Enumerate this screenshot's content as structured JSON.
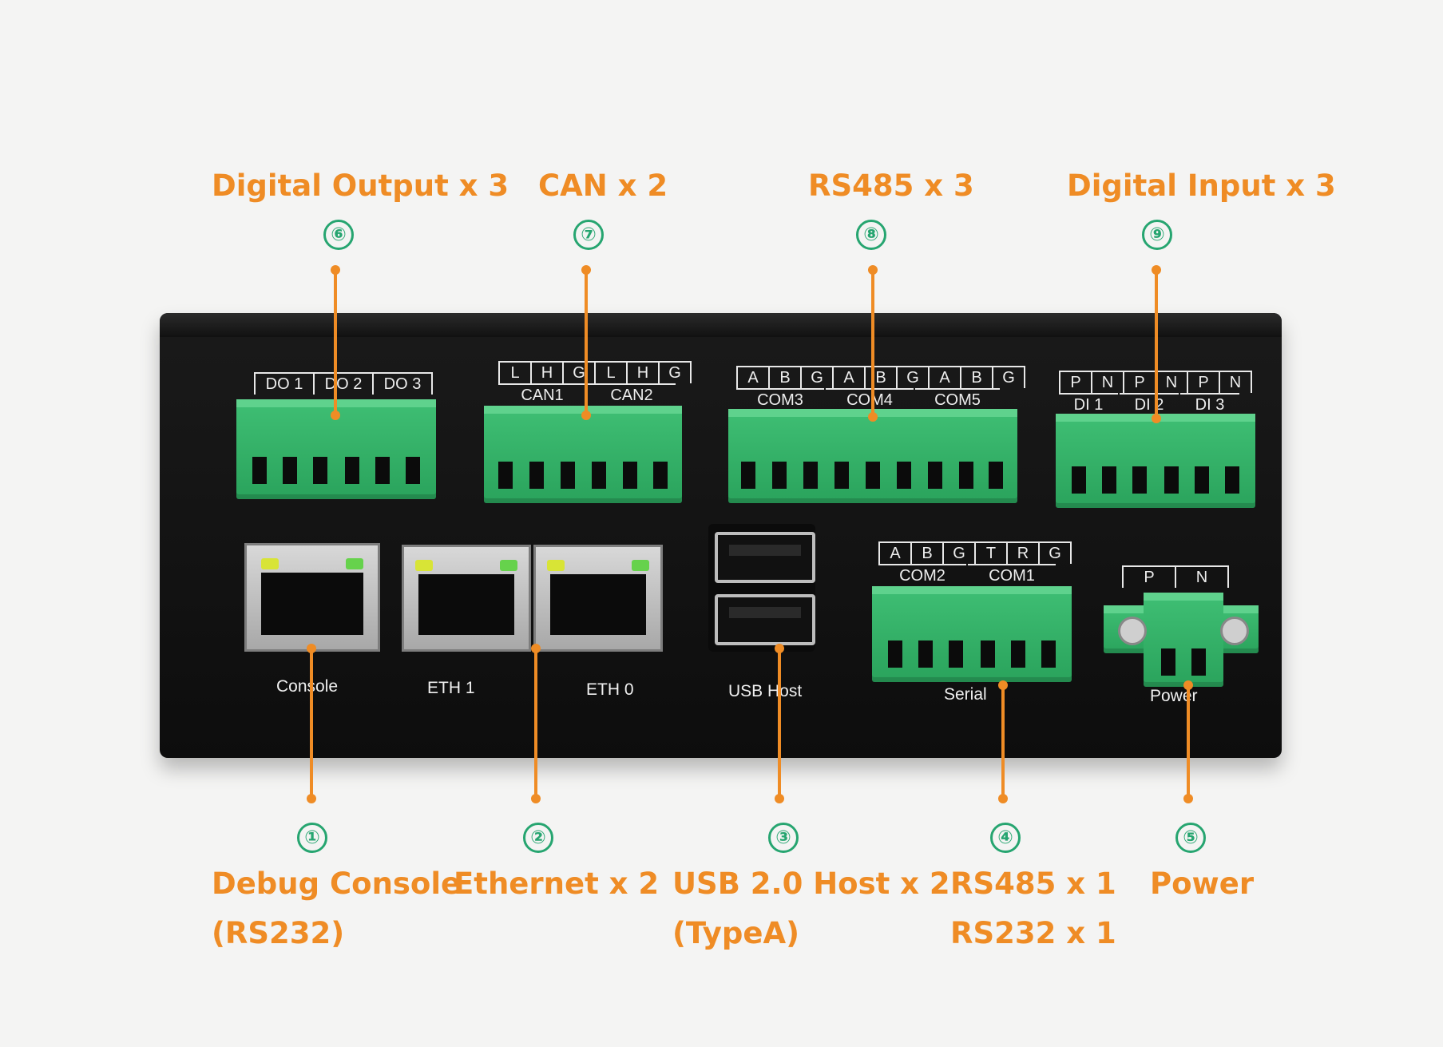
{
  "callouts_top": [
    {
      "id": "digital-output",
      "number": "⑥",
      "label": "Digital Output x 3"
    },
    {
      "id": "can",
      "number": "⑦",
      "label": "CAN x 2"
    },
    {
      "id": "rs485-top",
      "number": "⑧",
      "label": "RS485 x 3"
    },
    {
      "id": "digital-input",
      "number": "⑨",
      "label": "Digital Input x 3"
    }
  ],
  "callouts_bottom": [
    {
      "id": "debug-console",
      "number": "①",
      "label_line1": "Debug Console",
      "label_line2": "(RS232)"
    },
    {
      "id": "ethernet",
      "number": "②",
      "label_line1": "Ethernet x 2",
      "label_line2": ""
    },
    {
      "id": "usb-host",
      "number": "③",
      "label_line1": "USB 2.0 Host x 2",
      "label_line2": "(TypeA)"
    },
    {
      "id": "serial",
      "number": "④",
      "label_line1": "RS485 x 1",
      "label_line2": "RS232 x 1"
    },
    {
      "id": "power",
      "number": "⑤",
      "label_line1": "Power",
      "label_line2": ""
    }
  ],
  "device": {
    "do_pins": [
      "DO 1",
      "DO 2",
      "DO 3"
    ],
    "can_pins": [
      "L",
      "H",
      "G",
      "L",
      "H",
      "G"
    ],
    "can_groups": [
      "CAN1",
      "CAN2"
    ],
    "rs485_pins": [
      "A",
      "B",
      "G",
      "A",
      "B",
      "G",
      "A",
      "B",
      "G"
    ],
    "rs485_groups": [
      "COM3",
      "COM4",
      "COM5"
    ],
    "di_pins": [
      "P",
      "N",
      "P",
      "N",
      "P",
      "N"
    ],
    "di_groups": [
      "DI 1",
      "DI 2",
      "DI 3"
    ],
    "serial_pins": [
      "A",
      "B",
      "G",
      "T",
      "R",
      "G"
    ],
    "serial_groups": [
      "COM2",
      "COM1"
    ],
    "power_pins": [
      "P",
      "N"
    ],
    "port_labels": {
      "console": "Console",
      "eth1": "ETH 1",
      "eth0": "ETH 0",
      "usb": "USB Host",
      "serial": "Serial",
      "power": "Power"
    }
  }
}
